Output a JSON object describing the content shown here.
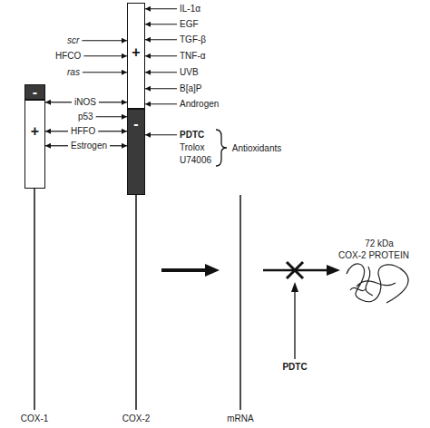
{
  "diagram": {
    "nodes": [
      {
        "text": [
          "-"
        ]
      },
      {
        "text": [
          "+"
        ]
      },
      {
        "text": [
          "+"
        ]
      },
      {
        "text": [
          "-"
        ]
      },
      {
        "text": [
          "scr"
        ]
      },
      {
        "text": [
          "HFCO"
        ]
      },
      {
        "text": [
          "ras"
        ]
      },
      {
        "text": [
          "iNOS"
        ]
      },
      {
        "text": [
          "p53"
        ]
      },
      {
        "text": [
          "HFFO"
        ]
      },
      {
        "text": [
          "Estrogen"
        ]
      },
      {
        "text": [
          "IL-1α"
        ]
      },
      {
        "text": [
          "EGF"
        ]
      },
      {
        "text": [
          "TGF-β"
        ]
      },
      {
        "text": [
          "TNF-α"
        ]
      },
      {
        "text": [
          "UVB"
        ]
      },
      {
        "text": [
          "B[a]P"
        ]
      },
      {
        "text": [
          "Androgen"
        ]
      },
      {
        "text": [
          "PDTC"
        ]
      },
      {
        "text": [
          "Trolox"
        ]
      },
      {
        "text": [
          "U74006"
        ]
      }
    ],
    "edges": [
      {
        "from": 4,
        "to": 2,
        "arrow": "to"
      },
      {
        "from": 5,
        "to": 2,
        "arrow": "to"
      },
      {
        "from": 6,
        "to": 2,
        "arrow": "to"
      },
      {
        "from": 7,
        "to": 1,
        "arrow": "to"
      },
      {
        "from": 7,
        "to": 2,
        "arrow": "to"
      },
      {
        "from": 8,
        "to": 3,
        "arrow": "to"
      },
      {
        "from": 9,
        "to": 1,
        "arrow": "to"
      },
      {
        "from": 9,
        "to": 3,
        "arrow": "to"
      },
      {
        "from": 10,
        "to": 1,
        "arrow": "to"
      },
      {
        "from": 10,
        "to": 3,
        "arrow": "to"
      },
      {
        "from": 11,
        "to": 2,
        "arrow": "to"
      },
      {
        "from": 12,
        "to": 2,
        "arrow": "to"
      },
      {
        "from": 13,
        "to": 2,
        "arrow": "to"
      },
      {
        "from": 14,
        "to": 2,
        "arrow": "to"
      },
      {
        "from": 15,
        "to": 2,
        "arrow": "to"
      },
      {
        "from": 16,
        "to": 2,
        "arrow": "to"
      },
      {
        "from": 17,
        "to": 2,
        "arrow": "to"
      },
      {
        "from": 18,
        "to": 3,
        "arrow": "to"
      }
    ],
    "labels": [
      "Antioxidants",
      "72 kDa",
      "COX-2 PROTEIN",
      "PDTC",
      "COX-1",
      "COX-2",
      "mRNA"
    ]
  }
}
